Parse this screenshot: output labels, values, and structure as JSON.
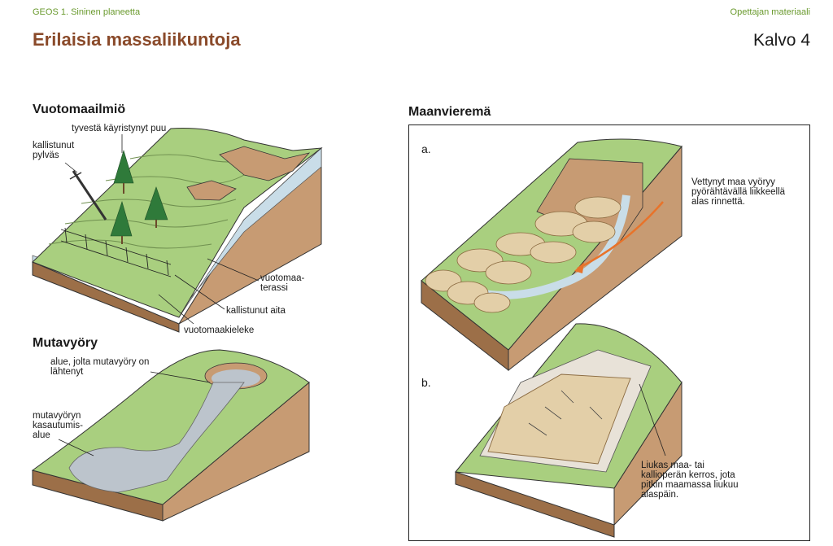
{
  "header": {
    "series": "GEOS 1. Sininen planeetta",
    "material": "Opettajan materiaali",
    "title": "Erilaisia massaliikuntoja",
    "slide": "Kalvo 4"
  },
  "sections": {
    "creep": {
      "title": "Vuotomaailmiö",
      "labels": {
        "tree": "tyvestä käyristynyt puu",
        "pole": "kallistunut pylväs",
        "terrace": "vuotomaa-terassi",
        "fence": "kallistunut aita",
        "tongue": "vuotomaakieleke"
      }
    },
    "mudflow": {
      "title": "Mutavyöry",
      "labels": {
        "source": "alue, jolta mutavyöry on lähtenyt",
        "deposit": "mutavyöryn kasautumis-alue"
      }
    },
    "landslide": {
      "title": "Maanvieremä",
      "a_letter": "a.",
      "a_text": "Vettynyt maa vyöryy pyörähtävällä liikkeellä alas rinnettä.",
      "b_letter": "b.",
      "b_text": "Liukas maa- tai kallioperän kerros, jota pitkin maamassa liukuu alaspäin."
    }
  },
  "colors": {
    "grass": "#a9cf7f",
    "soil": "#c79b73",
    "soil_dark": "#9c6f48",
    "water": "#c9dde8",
    "mud": "#bcc4cc",
    "debris": "#e3cfa8",
    "accent": "#8a4a2a",
    "green_header": "#6a9a2e",
    "arrow": "#e8732a"
  }
}
